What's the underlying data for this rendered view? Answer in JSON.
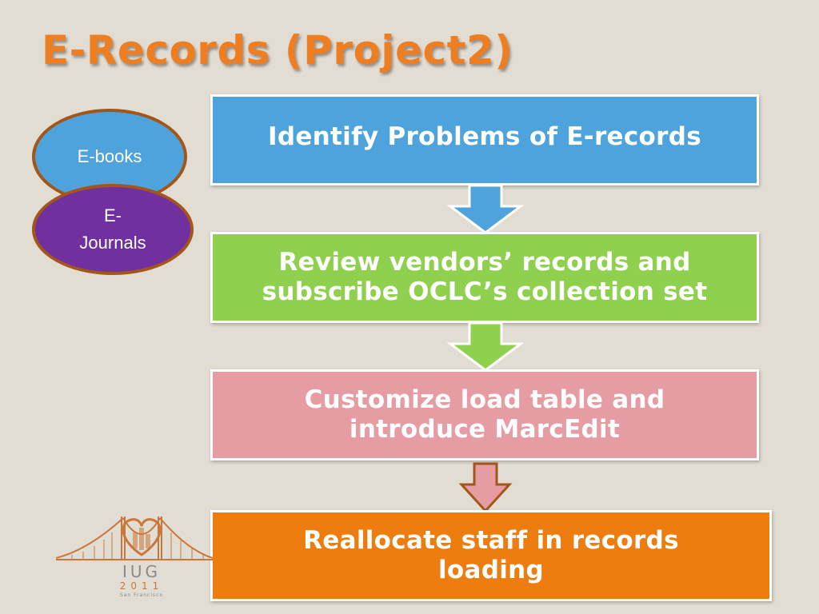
{
  "slide": {
    "title": "E-Records (Project2)"
  },
  "record_types": [
    {
      "label": "E-books",
      "fill": "#4ea3dc"
    },
    {
      "label_lines": [
        "E-",
        "Journals"
      ],
      "fill": "#7030a0"
    }
  ],
  "steps": [
    {
      "lines": [
        "Identify Problems of E-records"
      ],
      "color": "#4ea3dc"
    },
    {
      "lines": [
        "Review vendors’ records and",
        "subscribe OCLC’s collection set"
      ],
      "color": "#8fd14f"
    },
    {
      "lines": [
        "Customize load table and",
        "introduce MarcEdit"
      ],
      "color": "#e69ca3"
    },
    {
      "lines": [
        "Reallocate staff in records",
        "loading"
      ],
      "color": "#ed7d0f"
    }
  ],
  "logo": {
    "text": "IUG",
    "year": "2011",
    "place": "San Francisco"
  },
  "colors": {
    "title": "#ee7e22",
    "background": "#e2ddd3",
    "ellipse_border": "#a3561a",
    "arrow_outline": "#ffffff"
  }
}
